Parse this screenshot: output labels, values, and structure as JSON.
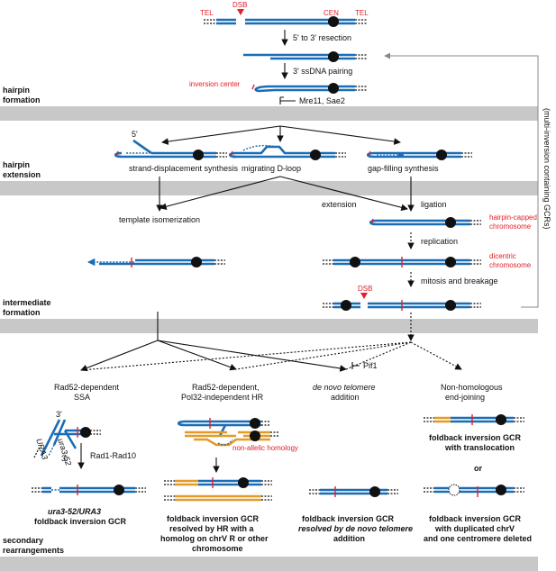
{
  "top": {
    "tel_left": "TEL",
    "dsb": "DSB",
    "cen": "CEN",
    "tel_right": "TEL",
    "resection": "5' to 3' resection",
    "pairing": "3' ssDNA pairing",
    "inversion_center": "inversion center",
    "mre11": "Mre11, Sae2"
  },
  "stages": {
    "hairpin_formation": [
      "hairpin",
      "formation"
    ],
    "hairpin_extension": [
      "hairpin",
      "extension"
    ],
    "intermediate_formation": [
      "intermediate",
      "formation"
    ],
    "secondary_rearrangements": [
      "secondary",
      "rearrangements"
    ]
  },
  "side_label": "(multi-inversion containing GCRs)",
  "extension": {
    "five_prime": "5'",
    "strand_displacement": "strand-displacement synthesis",
    "migrating": "migrating D-loop",
    "gap_filling": "gap-filling synthesis"
  },
  "middle": {
    "template_isomerization": "template isomerization",
    "extension": "extension",
    "ligation": "ligation",
    "hairpin_capped": [
      "hairpin-capped",
      "chromosome"
    ],
    "replication": "replication",
    "dicentric": [
      "dicentric",
      "chromosome"
    ],
    "mitosis": "mitosis and breakage",
    "dsb2": "DSB"
  },
  "pif1": "Pif1",
  "pathways": {
    "ssa": [
      "Rad52-dependent",
      "SSA"
    ],
    "hr": [
      "Rad52-dependent,",
      "Pol32-independent HR"
    ],
    "denovo": [
      "de novo telomere",
      "addition"
    ],
    "nhej": [
      "Non-homologous",
      "end-joining"
    ]
  },
  "ssa_detail": {
    "three_prime_a": "3'",
    "three_prime_b": "3'",
    "ura3_a": "URA3",
    "ura3_b": "ura3-52",
    "rad1": "Rad1-Rad10"
  },
  "non_allelic": "non-allelic homology",
  "or_label": "or",
  "outcomes": {
    "ssa": [
      "ura3-52/URA3",
      "foldback inversion GCR"
    ],
    "hr": [
      "foldback inversion GCR",
      "resolved by HR with a",
      "homolog on chrV R or other",
      "chromosome"
    ],
    "denovo": [
      "foldback inversion GCR",
      "resolved by de novo telomere",
      "addition"
    ],
    "nhej_top": [
      "foldback inversion GCR",
      "with translocation"
    ],
    "nhej_bottom": [
      "foldback inversion GCR",
      "with duplicated chrV",
      "and one centromere deleted"
    ]
  },
  "colors": {
    "dna": "#1a6db5",
    "non_allelic": "#e39a27",
    "highlight": "#e0202a",
    "stage_band": "#c8c8c8",
    "centromere": "#111111"
  }
}
